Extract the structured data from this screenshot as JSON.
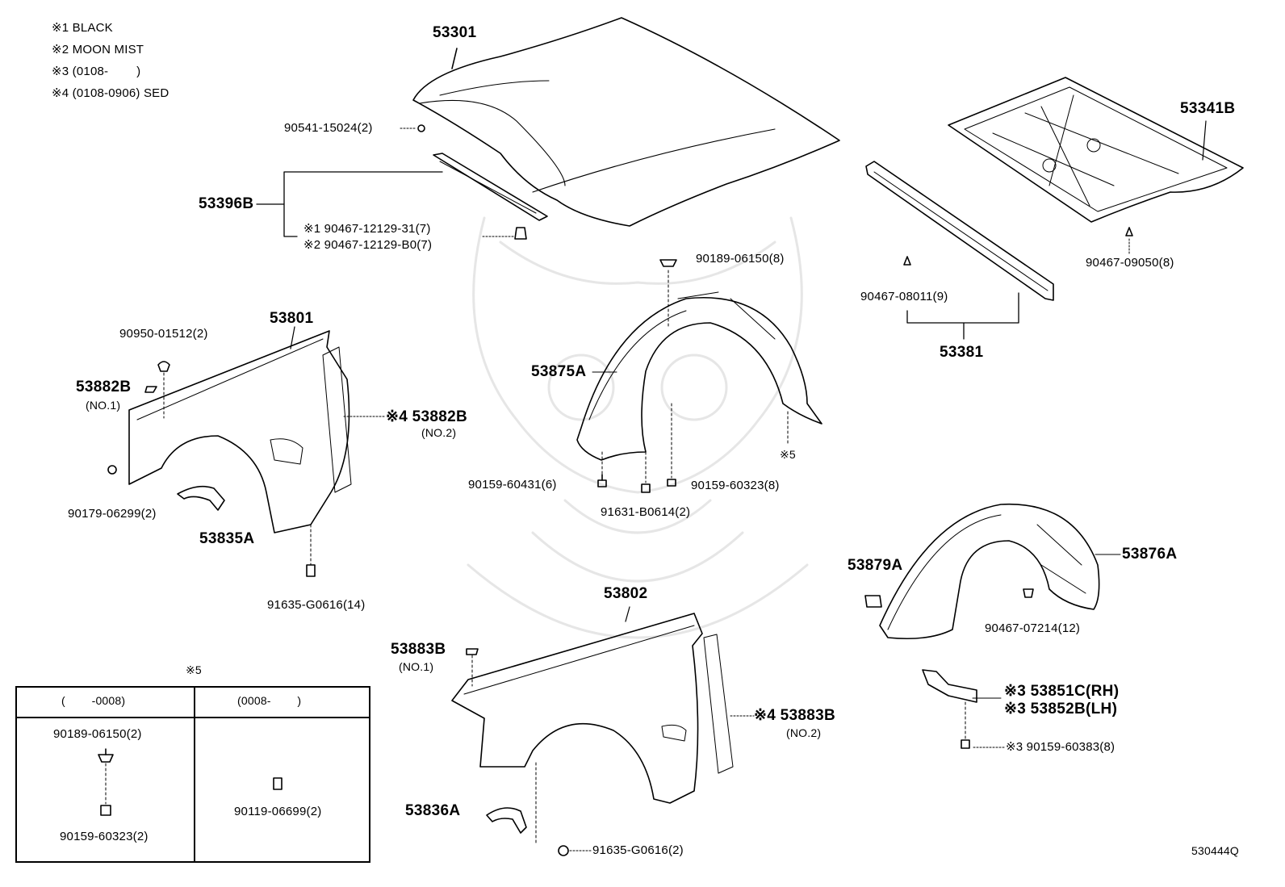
{
  "notes": [
    "※1 BLACK",
    "※2 MOON MIST",
    "※3 (0108-        )",
    "※4 (0108-0906) SED"
  ],
  "parts": {
    "p53301": "53301",
    "p90541": "90541-15024(2)",
    "p53396b": "53396B",
    "p90467_31": "※1 90467-12129-31(7)",
    "p90467_b0": "※2 90467-12129-B0(7)",
    "p53341b": "53341B",
    "p90467_09050": "90467-09050(8)",
    "p90467_08011": "90467-08011(9)",
    "p53381": "53381",
    "p90189_top": "90189-06150(8)",
    "p53875a": "53875A",
    "p5_mark": "※5",
    "p90159_60431": "90159-60431(6)",
    "p90159_60323_top": "90159-60323(8)",
    "p91631": "91631-B0614(2)",
    "p90950": "90950-01512(2)",
    "p53801": "53801",
    "p53882b_1": "53882B",
    "p53882b_1_sub": "(NO.1)",
    "p53882b_2": "※4 53882B",
    "p53882b_2_sub": "(NO.2)",
    "p90179": "90179-06299(2)",
    "p53835a": "53835A",
    "p91635_14": "91635-G0616(14)",
    "p53879a": "53879A",
    "p53876a": "53876A",
    "p90467_07214": "90467-07214(12)",
    "p53851c": "※3 53851C(RH)",
    "p53852b": "※3 53852B(LH)",
    "p90159_60383": "※3 90159-60383(8)",
    "p53802": "53802",
    "p53883b_1": "53883B",
    "p53883b_1_sub": "(NO.1)",
    "p53883b_2": "※4 53883B",
    "p53883b_2_sub": "(NO.2)",
    "p53836a": "53836A",
    "p91635_2": "91635-G0616(2)"
  },
  "inset": {
    "title": "※5",
    "col1_header": "(        -0008)",
    "col2_header": "(0008-        )",
    "col1_top": "90189-06150(2)",
    "col1_bottom": "90159-60323(2)",
    "col2_part": "90119-06699(2)"
  },
  "illustration_code": "530444Q"
}
